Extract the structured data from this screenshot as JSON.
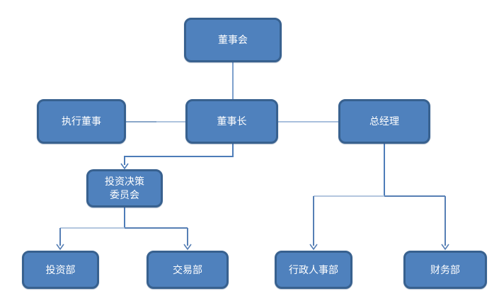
{
  "diagram": {
    "type": "org-chart",
    "nodes": [
      {
        "id": "board",
        "label": "董事会"
      },
      {
        "id": "executive-director",
        "label": "执行董事"
      },
      {
        "id": "chairman",
        "label": "董事长"
      },
      {
        "id": "general-manager",
        "label": "总经理"
      },
      {
        "id": "investment-committee",
        "label": "投资决策\n委员会"
      },
      {
        "id": "investment-dept",
        "label": "投资部"
      },
      {
        "id": "trading-dept",
        "label": "交易部"
      },
      {
        "id": "admin-hr-dept",
        "label": "行政人事部"
      },
      {
        "id": "finance-dept",
        "label": "财务部"
      }
    ],
    "edges": [
      {
        "from": "board",
        "to": "chairman",
        "style": "plain"
      },
      {
        "from": "executive-director",
        "to": "chairman",
        "style": "plain"
      },
      {
        "from": "chairman",
        "to": "general-manager",
        "style": "plain"
      },
      {
        "from": "chairman",
        "to": "investment-committee",
        "style": "arrow"
      },
      {
        "from": "investment-committee",
        "to": "investment-dept",
        "style": "arrow"
      },
      {
        "from": "investment-committee",
        "to": "trading-dept",
        "style": "arrow"
      },
      {
        "from": "general-manager",
        "to": "admin-hr-dept",
        "style": "arrow"
      },
      {
        "from": "general-manager",
        "to": "finance-dept",
        "style": "arrow"
      }
    ],
    "colors": {
      "node_fill": "#4f81bd",
      "node_border": "#38618f",
      "node_text": "#ffffff",
      "connector_light": "#aec4de",
      "connector_mid": "#8aa7c9",
      "connector_dark": "#4d7cb8",
      "arrow_stem": "#567fb5"
    }
  }
}
